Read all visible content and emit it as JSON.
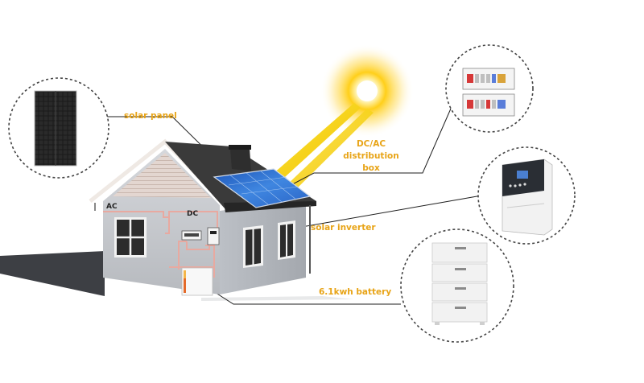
{
  "labels": {
    "solar_panel": "solar panel",
    "distribution_line1": "DC/AC",
    "distribution_line2": "distribution",
    "distribution_line3": "box",
    "solar_inverter": "solar inverter",
    "battery": "6.1kwh battery",
    "ac": "AC",
    "dc": "DC"
  },
  "colors": {
    "label_text": "#e8a417",
    "sun_core": "#ffffff",
    "sun_glow": "#ffc400",
    "ray": "#f5d90a",
    "wiring": "#e8a9a0",
    "panel_blue": "#2a67c9",
    "roof": "#3a3a3a",
    "wall": "#c8cbd0"
  },
  "icons": {
    "sun": "sun-icon",
    "panel": "solar-panel-icon",
    "distribution": "distribution-box-icon",
    "inverter": "inverter-icon",
    "battery": "battery-stack-icon"
  }
}
